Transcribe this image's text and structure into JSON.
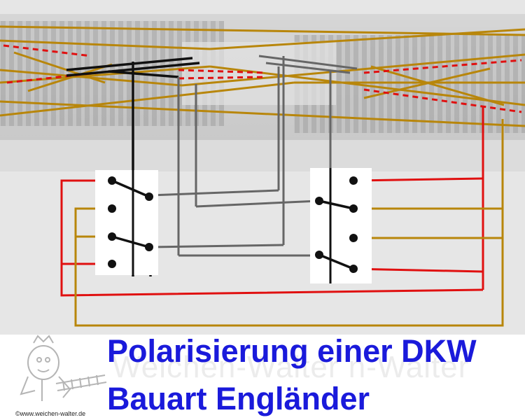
{
  "diagram": {
    "title_line1": "Polarisierung einer DKW",
    "title_line2": "Bauart Engländer",
    "watermark": "Weichen-Walter  n-Walter",
    "copyright": "©www.weichen-walter.de",
    "colors": {
      "rail": "#b8860b",
      "frog_feed": "#e01010",
      "switch_wire_dark": "#111111",
      "switch_wire_gray": "#666666",
      "title": "#1a1adb",
      "track_bed": "#bdbdbd",
      "ballast": "#a8a8a8"
    },
    "icons": [
      "mascot-logo-icon"
    ]
  }
}
